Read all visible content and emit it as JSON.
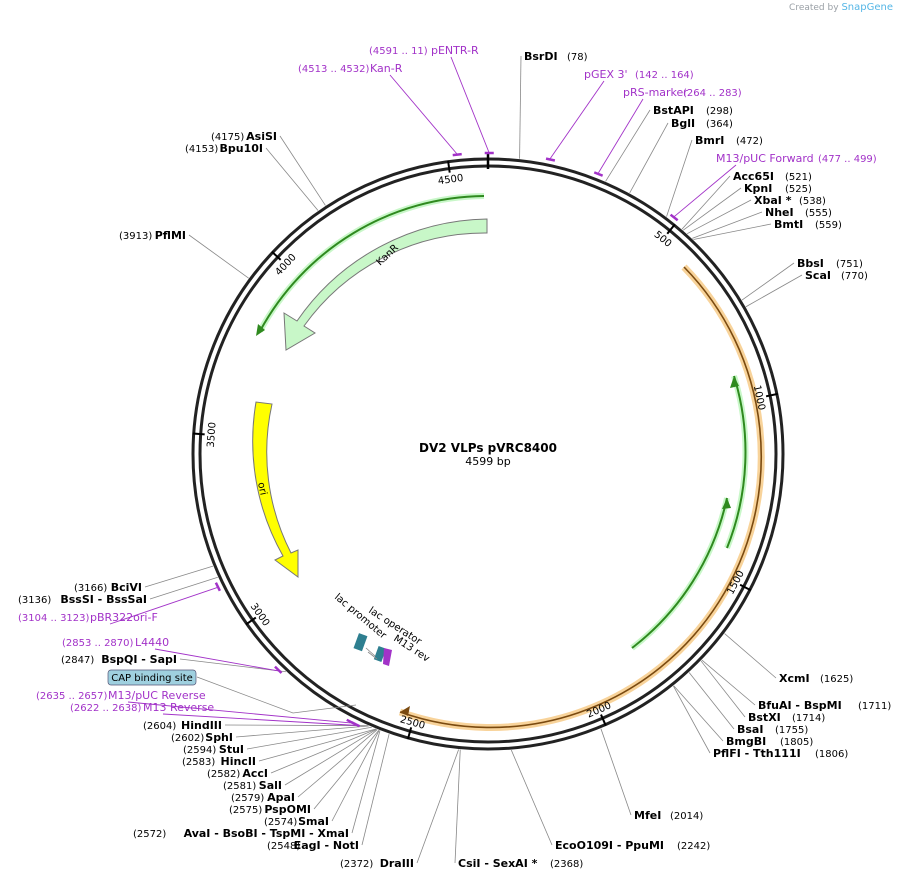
{
  "credit": {
    "prefix": "Created by",
    "brand": "SnapGene"
  },
  "plasmid": {
    "name": "DV2 VLPs pVRC8400",
    "size": "4599 bp"
  },
  "ticks": [
    "500",
    "1000",
    "1500",
    "2000",
    "2500",
    "3000",
    "3500",
    "4000",
    "4500"
  ],
  "enzymes": [
    {
      "name": "BsrDI",
      "pos": "(78)"
    },
    {
      "name": "BstAPI",
      "pos": "(298)"
    },
    {
      "name": "BglI",
      "pos": "(364)"
    },
    {
      "name": "BmrI",
      "pos": "(472)"
    },
    {
      "name": "Acc65I",
      "pos": "(521)"
    },
    {
      "name": "KpnI",
      "pos": "(525)"
    },
    {
      "name": "XbaI *",
      "pos": "(538)"
    },
    {
      "name": "NheI",
      "pos": "(555)"
    },
    {
      "name": "BmtI",
      "pos": "(559)"
    },
    {
      "name": "BbsI",
      "pos": "(751)"
    },
    {
      "name": "ScaI",
      "pos": "(770)"
    },
    {
      "name": "XcmI",
      "pos": "(1625)"
    },
    {
      "name": "BfuAI - BspMI",
      "pos": "(1711)"
    },
    {
      "name": "BsaI",
      "pos": "(1755)"
    },
    {
      "name": "BstXI",
      "pos": "(1714)"
    },
    {
      "name": "BmgBI",
      "pos": "(1805)"
    },
    {
      "name": "PflFI - Tth111I",
      "pos": "(1806)"
    },
    {
      "name": "MfeI",
      "pos": "(2014)"
    },
    {
      "name": "EcoO109I - PpuMI",
      "pos": "(2242)"
    },
    {
      "name": "CsiI - SexAI *",
      "pos": "(2368)"
    },
    {
      "name": "DraIII",
      "pos": "(2372)"
    },
    {
      "name": "EagI - NotI",
      "pos": "(2548)"
    },
    {
      "name": "AvaI - BsoBI - TspMI - XmaI",
      "pos": "(2572)"
    },
    {
      "name": "SmaI",
      "pos": "(2574)"
    },
    {
      "name": "PspOMI",
      "pos": "(2575)"
    },
    {
      "name": "ApaI",
      "pos": "(2579)"
    },
    {
      "name": "SalI",
      "pos": "(2581)"
    },
    {
      "name": "AccI",
      "pos": "(2582)"
    },
    {
      "name": "HincII",
      "pos": "(2583)"
    },
    {
      "name": "StuI",
      "pos": "(2594)"
    },
    {
      "name": "SphI",
      "pos": "(2602)"
    },
    {
      "name": "HindIII",
      "pos": "(2604)"
    },
    {
      "name": "BspQI - SapI",
      "pos": "(2847)"
    },
    {
      "name": "BciVI",
      "pos": "(3166)"
    },
    {
      "name": "BssSI - BssSaI",
      "pos": "(3136)"
    },
    {
      "name": "PflMI",
      "pos": "(3913)"
    },
    {
      "name": "Bpu10I",
      "pos": "(4153)"
    },
    {
      "name": "AsiSI",
      "pos": "(4175)"
    }
  ],
  "primers": [
    {
      "name": "pENTR-R",
      "pos": "(4591 .. 11)"
    },
    {
      "name": "Kan-R",
      "pos": "(4513 .. 4532)"
    },
    {
      "name": "pGEX 3'",
      "pos": "(142 .. 164)"
    },
    {
      "name": "pRS-marker",
      "pos": "(264 .. 283)"
    },
    {
      "name": "M13/pUC Forward",
      "pos": "(477 .. 499)"
    },
    {
      "name": "L4440",
      "pos": "(2853 .. 2870)"
    },
    {
      "name": "M13/pUC Reverse",
      "pos": "(2635 .. 2657)"
    },
    {
      "name": "M13 Reverse",
      "pos": "(2622 .. 2638)"
    },
    {
      "name": "pBR322ori-F",
      "pos": "(3104 .. 3123)"
    }
  ],
  "features": {
    "kanr": "KanR",
    "ori": "ori",
    "lac_operator": "lac operator",
    "lac_promoter": "lac promoter",
    "m13_rev": "M13 rev",
    "cap_site": "CAP binding site"
  },
  "colors": {
    "backbone": "#222222",
    "kanr_fill": "#c8f7c8",
    "ori_fill": "#ffff00",
    "orf_green": "#2f8a1f",
    "orf_orange": "#f5a623",
    "primer": "#a232c8",
    "lac_teal": "#2e7f90",
    "cap_fill": "#9fd0df"
  }
}
